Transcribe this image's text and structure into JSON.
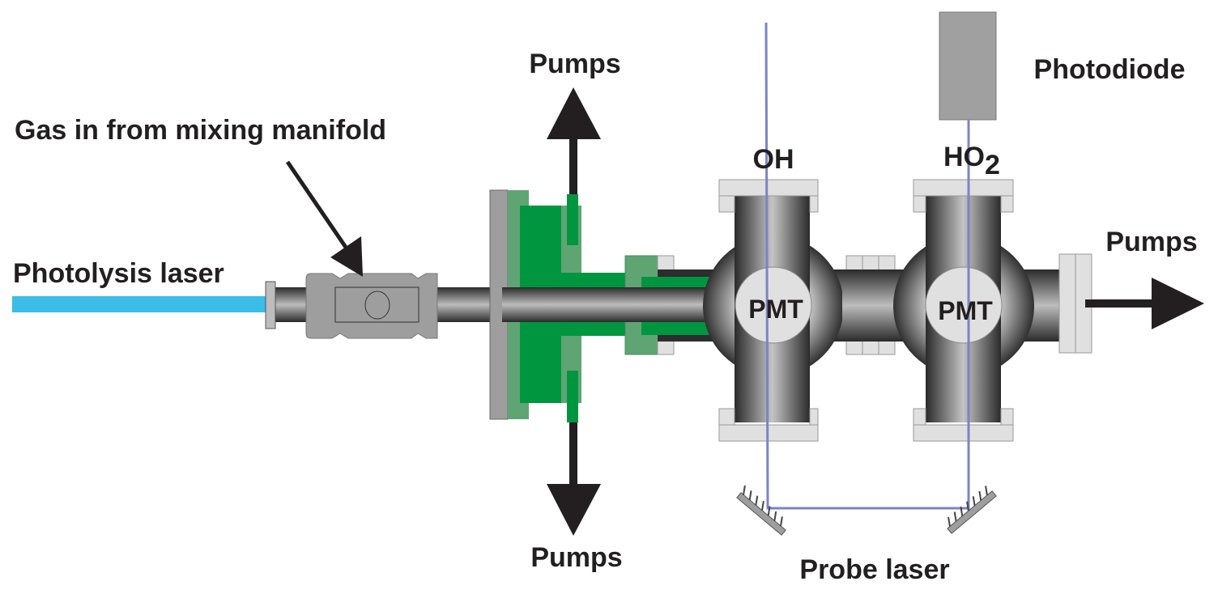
{
  "labels": {
    "pumps_top": "Pumps",
    "pumps_bottom": "Pumps",
    "pumps_right": "Pumps",
    "gas_in": "Gas in from mixing manifold",
    "photolysis_laser": "Photolysis laser",
    "oh": "OH",
    "ho2_base": "HO",
    "ho2_sub": "2",
    "photodiode": "Photodiode",
    "probe_laser": "Probe laser",
    "pmt_1": "PMT",
    "pmt_2": "PMT"
  },
  "colors": {
    "photolysis_beam": "#3bbde8",
    "probe_beam": "#7b84c6",
    "green_dark": "#009640",
    "green_light": "#5fa574",
    "flange_gray": "#e0e0e0",
    "metal_gray": "#9e9e9e",
    "text": "#231f20"
  }
}
